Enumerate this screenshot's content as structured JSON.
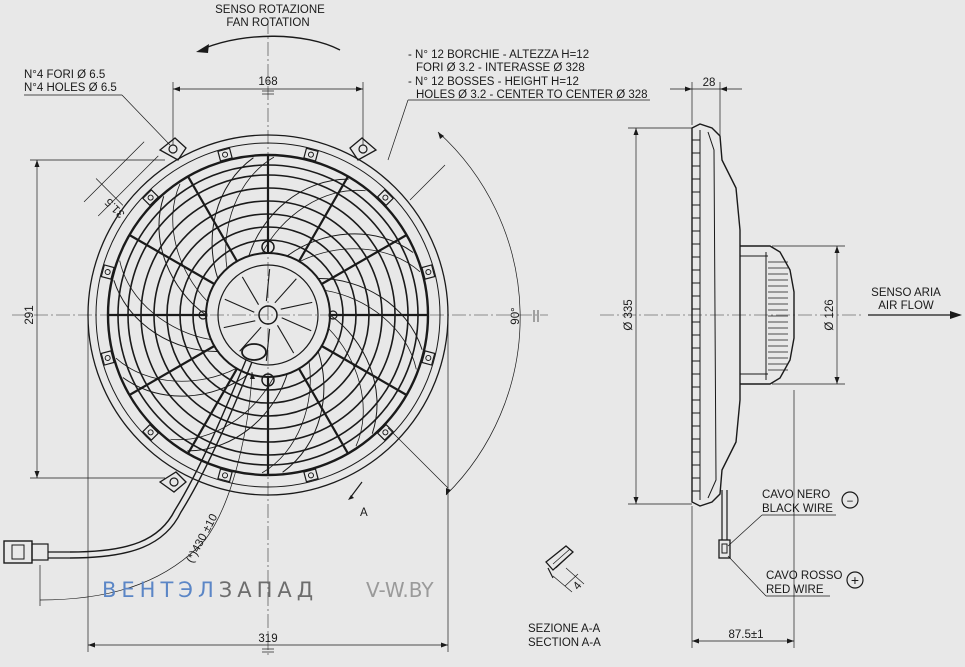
{
  "rotation": {
    "label_it": "SENSO ROTAZIONE",
    "label_en": "FAN ROTATION"
  },
  "holes_note": {
    "line_it": "N°4 FORI Ø 6.5",
    "line_en": "N°4 HOLES Ø 6.5"
  },
  "bosses_note": {
    "line1": "- N° 12 BORCHIE - ALTEZZA H=12",
    "line2": "FORI Ø 3.2 - INTERASSE Ø 328",
    "line3": "- N° 12 BOSSES - HEIGHT H=12",
    "line4": "HOLES Ø 3.2 - CENTER TO CENTER Ø 328"
  },
  "dimensions": {
    "top_span": "168",
    "hole_offset": "31.5",
    "height": "291",
    "width": "319",
    "angle": "90°",
    "cable_length": "(*)430 ±10",
    "depth_top": "28",
    "diameter_outer": "Ø 335",
    "diameter_motor": "Ø 126",
    "depth_total": "87.5±1",
    "section_thickness": "4"
  },
  "airflow": {
    "label_it": "SENSO ARIA",
    "label_en": "AIR FLOW"
  },
  "wires": {
    "black_it": "CAVO NERO",
    "black_en": "BLACK WIRE",
    "black_symbol": "−",
    "red_it": "CAVO ROSSO",
    "red_en": "RED WIRE",
    "red_symbol": "+"
  },
  "section": {
    "marker": "A",
    "label_it": "SEZIONE A-A",
    "label_en": "SECTION A-A"
  },
  "watermark": {
    "part1": "ВЕНТЭЛ",
    "part2": "ЗАПАД",
    "site": "V-W.BY"
  },
  "colors": {
    "background": "#e8e8e8",
    "line": "#1a1a1a",
    "brand_blue": "#5b86c6",
    "brand_gray": "#6d6d6d"
  }
}
